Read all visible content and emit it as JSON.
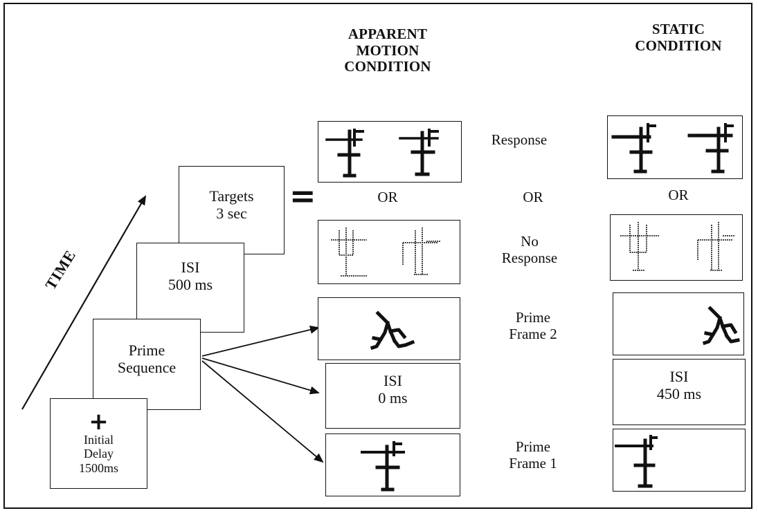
{
  "headers": {
    "apparent_motion": [
      "APPARENT",
      "MOTION",
      "CONDITION"
    ],
    "static": [
      "STATIC",
      "CONDITION"
    ]
  },
  "time_label": "TIME",
  "equals_sign": "=",
  "sequence_boxes": {
    "initial_delay": {
      "symbol": "+",
      "line1": "Initial",
      "line2": "Delay",
      "line3": "1500ms"
    },
    "prime_sequence": {
      "line1": "Prime",
      "line2": "Sequence"
    },
    "isi": {
      "line1": "ISI",
      "line2": "500 ms"
    },
    "targets": {
      "line1": "Targets",
      "line2": "3 sec"
    }
  },
  "apparent_motion": {
    "or": "OR",
    "isi": {
      "line1": "ISI",
      "line2": "0 ms"
    }
  },
  "static": {
    "or": "OR",
    "isi": {
      "line1": "ISI",
      "line2": "450 ms"
    }
  },
  "row_labels": {
    "response": "Response",
    "or": "OR",
    "no_response": [
      "No",
      "Response"
    ],
    "prime_frame_2": [
      "Prime",
      "Frame 2"
    ],
    "prime_frame_1": [
      "Prime",
      "Frame 1"
    ]
  }
}
